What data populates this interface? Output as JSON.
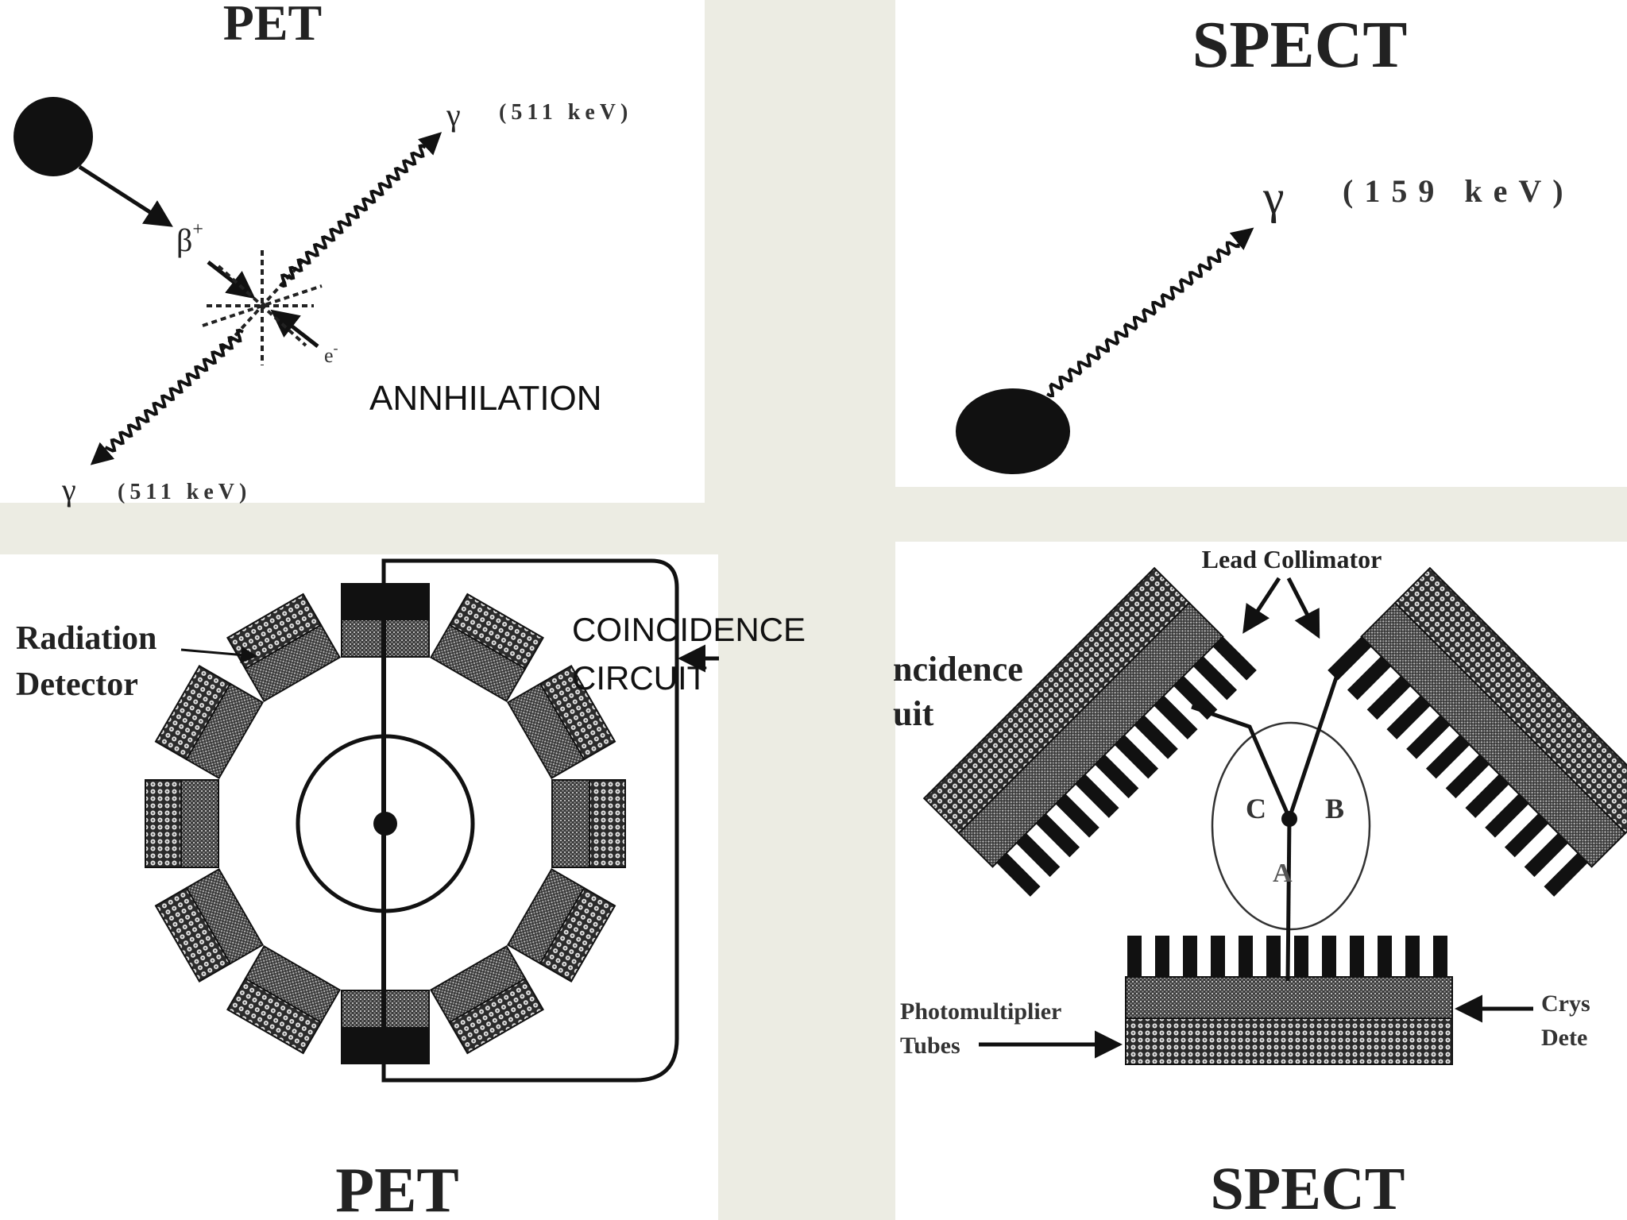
{
  "pet_decay": {
    "title": "PET",
    "beta_label": "β",
    "beta_sup": "+",
    "electron_label": "e",
    "electron_sup": "-",
    "gamma_upper_symbol": "γ",
    "gamma_upper_energy": "(511 keV)",
    "gamma_lower_symbol": "γ",
    "gamma_lower_energy": "(511 keV)",
    "annihilation_label": "ANNHILATION"
  },
  "spect_decay": {
    "title": "SPECT",
    "gamma_symbol": "γ",
    "gamma_energy": "(159 keV)"
  },
  "pet_scanner": {
    "detector_label_line1": "Radiation",
    "detector_label_line2": "Detector",
    "coincidence_line1": "COINCIDENCE",
    "coincidence_line2": "CIRCUIT",
    "title": "PET"
  },
  "spect_scanner": {
    "cut_label_line1": "ncidence",
    "cut_label_line2": "uit",
    "collimator_label": "Lead Collimator",
    "point_c": "C",
    "point_b": "B",
    "point_a": "A",
    "pmt_label_line1": "Photomultiplier",
    "pmt_label_line2": "Tubes",
    "crystal_label_line1": "Crys",
    "crystal_label_line2": "Dete",
    "title": "SPECT"
  }
}
